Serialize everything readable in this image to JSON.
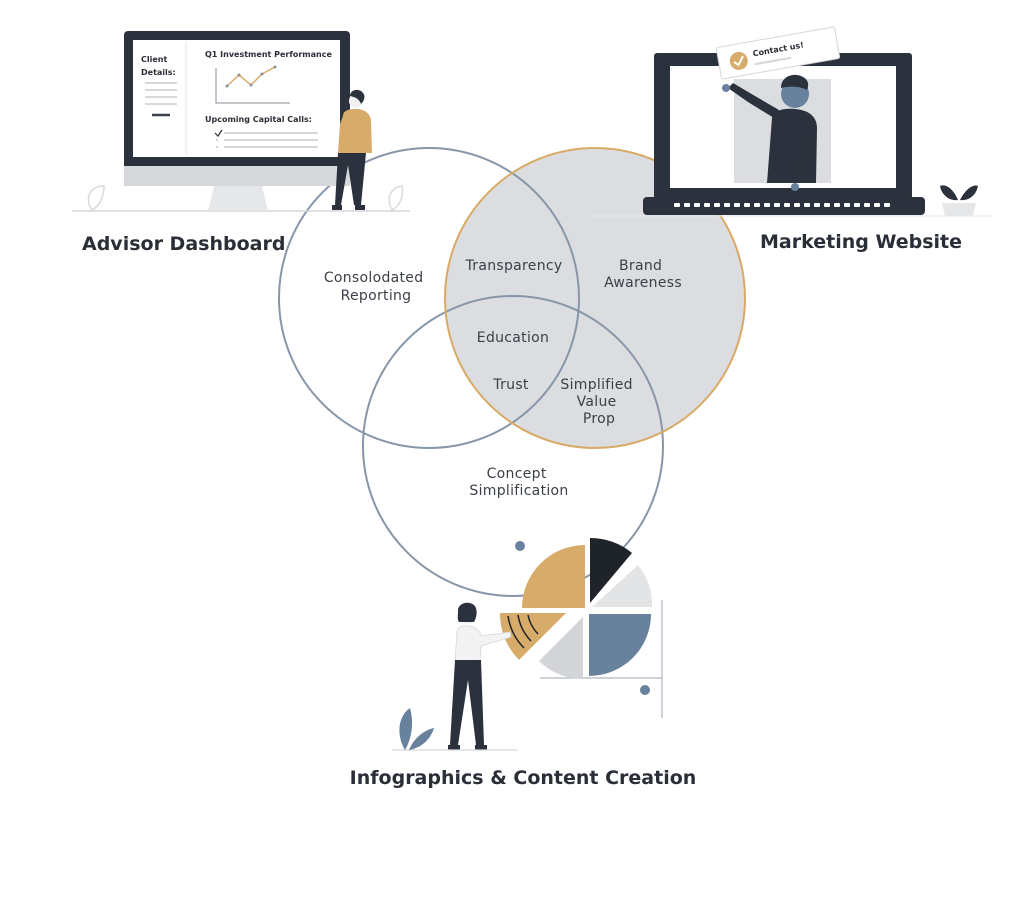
{
  "illustrations": {
    "advisor_dashboard": {
      "title": "Advisor Dashboard",
      "screen": {
        "client_label_line1": "Client",
        "client_label_line2": "Details:",
        "chart_title": "Q1 Investment Performance",
        "capital_calls_title": "Upcoming Capital Calls:"
      }
    },
    "marketing_website": {
      "title": "Marketing Website",
      "card_text": "Contact us!"
    },
    "infographics": {
      "title": "Infographics & Content Creation"
    }
  },
  "venn": {
    "regions": {
      "consolidated_reporting": [
        "Consolodated",
        "Reporting"
      ],
      "transparency": [
        "Transparency"
      ],
      "brand_awareness": [
        "Brand",
        "Awareness"
      ],
      "education": [
        "Education"
      ],
      "trust": [
        "Trust"
      ],
      "simplified_value_prop": [
        "Simplified",
        "Value",
        "Prop"
      ],
      "concept_simplification": [
        "Concept",
        "Simplification"
      ]
    }
  },
  "colors": {
    "navy": "#2b323d",
    "gold": "#d7ab69",
    "slate_blue": "#68819d",
    "light_gray": "#dcdde0",
    "circle_stroke": "#8796a8",
    "marketing_stroke": "#d9aa65"
  }
}
